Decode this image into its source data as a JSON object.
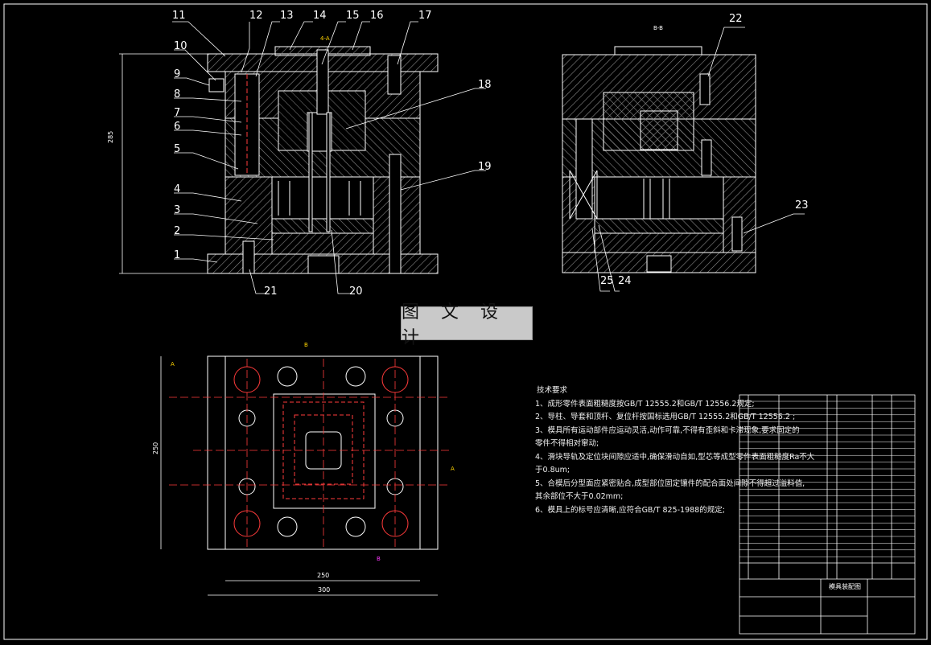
{
  "watermark": "图 文 设 计",
  "section_label": "B-B",
  "top_label": "4-A",
  "part_numbers_left": [
    "11",
    "12",
    "13",
    "14",
    "15",
    "16",
    "17",
    "10",
    "9",
    "8",
    "7",
    "6",
    "5",
    "4",
    "3",
    "2",
    "1",
    "21",
    "20",
    "18",
    "19"
  ],
  "part_numbers_right": [
    "22",
    "23",
    "25",
    "24"
  ],
  "dims": {
    "height_left": "285",
    "width_plan": "300",
    "inner_plan": "250",
    "height_plan": "250"
  },
  "section_marks": {
    "a": "A",
    "b": "B"
  },
  "notes": {
    "title": "技术要求",
    "lines": [
      "1、成形零件表面粗糙度按GB/T 12555.2和GB/T 12556.2规定;",
      "2、导柱、导套和顶杆、复位杆按国标选用GB/T 12555.2和GB/T 12556.2 ;",
      "3、模具所有运动部件应运动灵活,动作可靠,不得有歪斜和卡滞现象,要求固定的",
      "   零件不得相对窜动;",
      "4、滑块导轨及定位块间隙应适中,确保滑动自如,型芯等成型零件表面粗糙度Ra不大",
      "   于0.8um;",
      "5、合模后分型面应紧密贴合,成型部位固定镶件的配合面处间隙不得超过溢料值,",
      "   其余部位不大于0.02mm;",
      "6、模具上的标号应清晰,应符合GB/T 825-1988的规定;"
    ]
  },
  "title_block": {
    "drawing_name": "模具装配图"
  }
}
